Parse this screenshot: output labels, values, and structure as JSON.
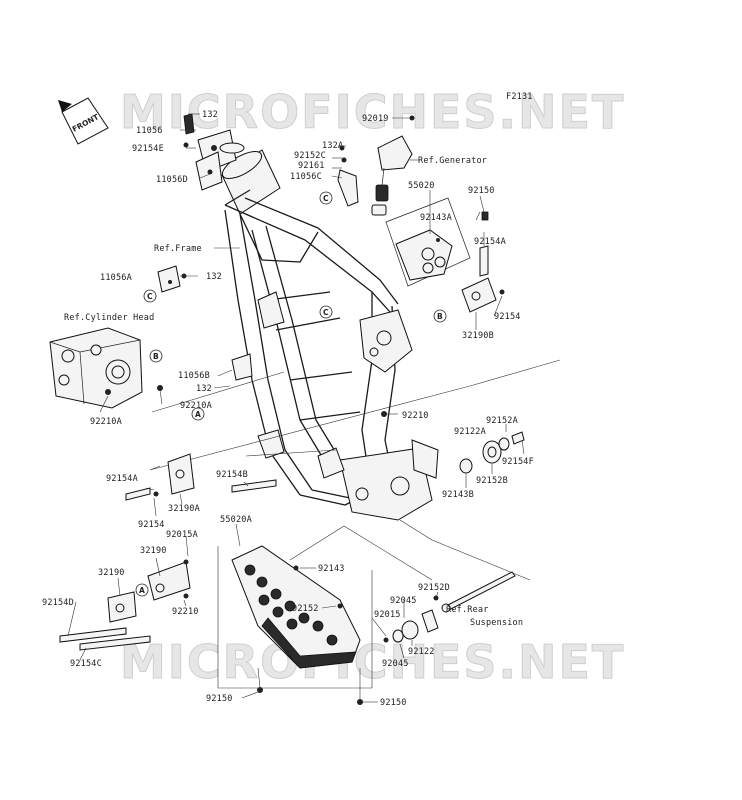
{
  "figure_code": "F2131",
  "watermark": "MICROFICHES.NET",
  "front_label": "FRONT",
  "ref_labels": {
    "generator": "Ref.Generator",
    "frame": "Ref.Frame",
    "cylinder_head": "Ref.Cylinder Head",
    "rear_suspension_line1": "Ref.Rear",
    "rear_suspension_line2": "Suspension"
  },
  "circle_refs": [
    "A",
    "B",
    "C"
  ],
  "callouts": [
    "132",
    "11056",
    "92154E",
    "11056D",
    "92019",
    "132A",
    "92152C",
    "92161",
    "11056C",
    "55020",
    "92150",
    "92143A",
    "92154A",
    "11056A",
    "132",
    "92154",
    "32190B",
    "11056B",
    "132",
    "92210A",
    "92210A",
    "92210",
    "92152A",
    "92122A",
    "92152B",
    "92154F",
    "92143B",
    "92154A",
    "92154B",
    "32190A",
    "92154",
    "55020A",
    "92015A",
    "32190",
    "32190",
    "92210",
    "92143",
    "92152D",
    "92154D",
    "92045",
    "92015",
    "92152",
    "92122",
    "92045",
    "92154C",
    "92150",
    "92150"
  ]
}
